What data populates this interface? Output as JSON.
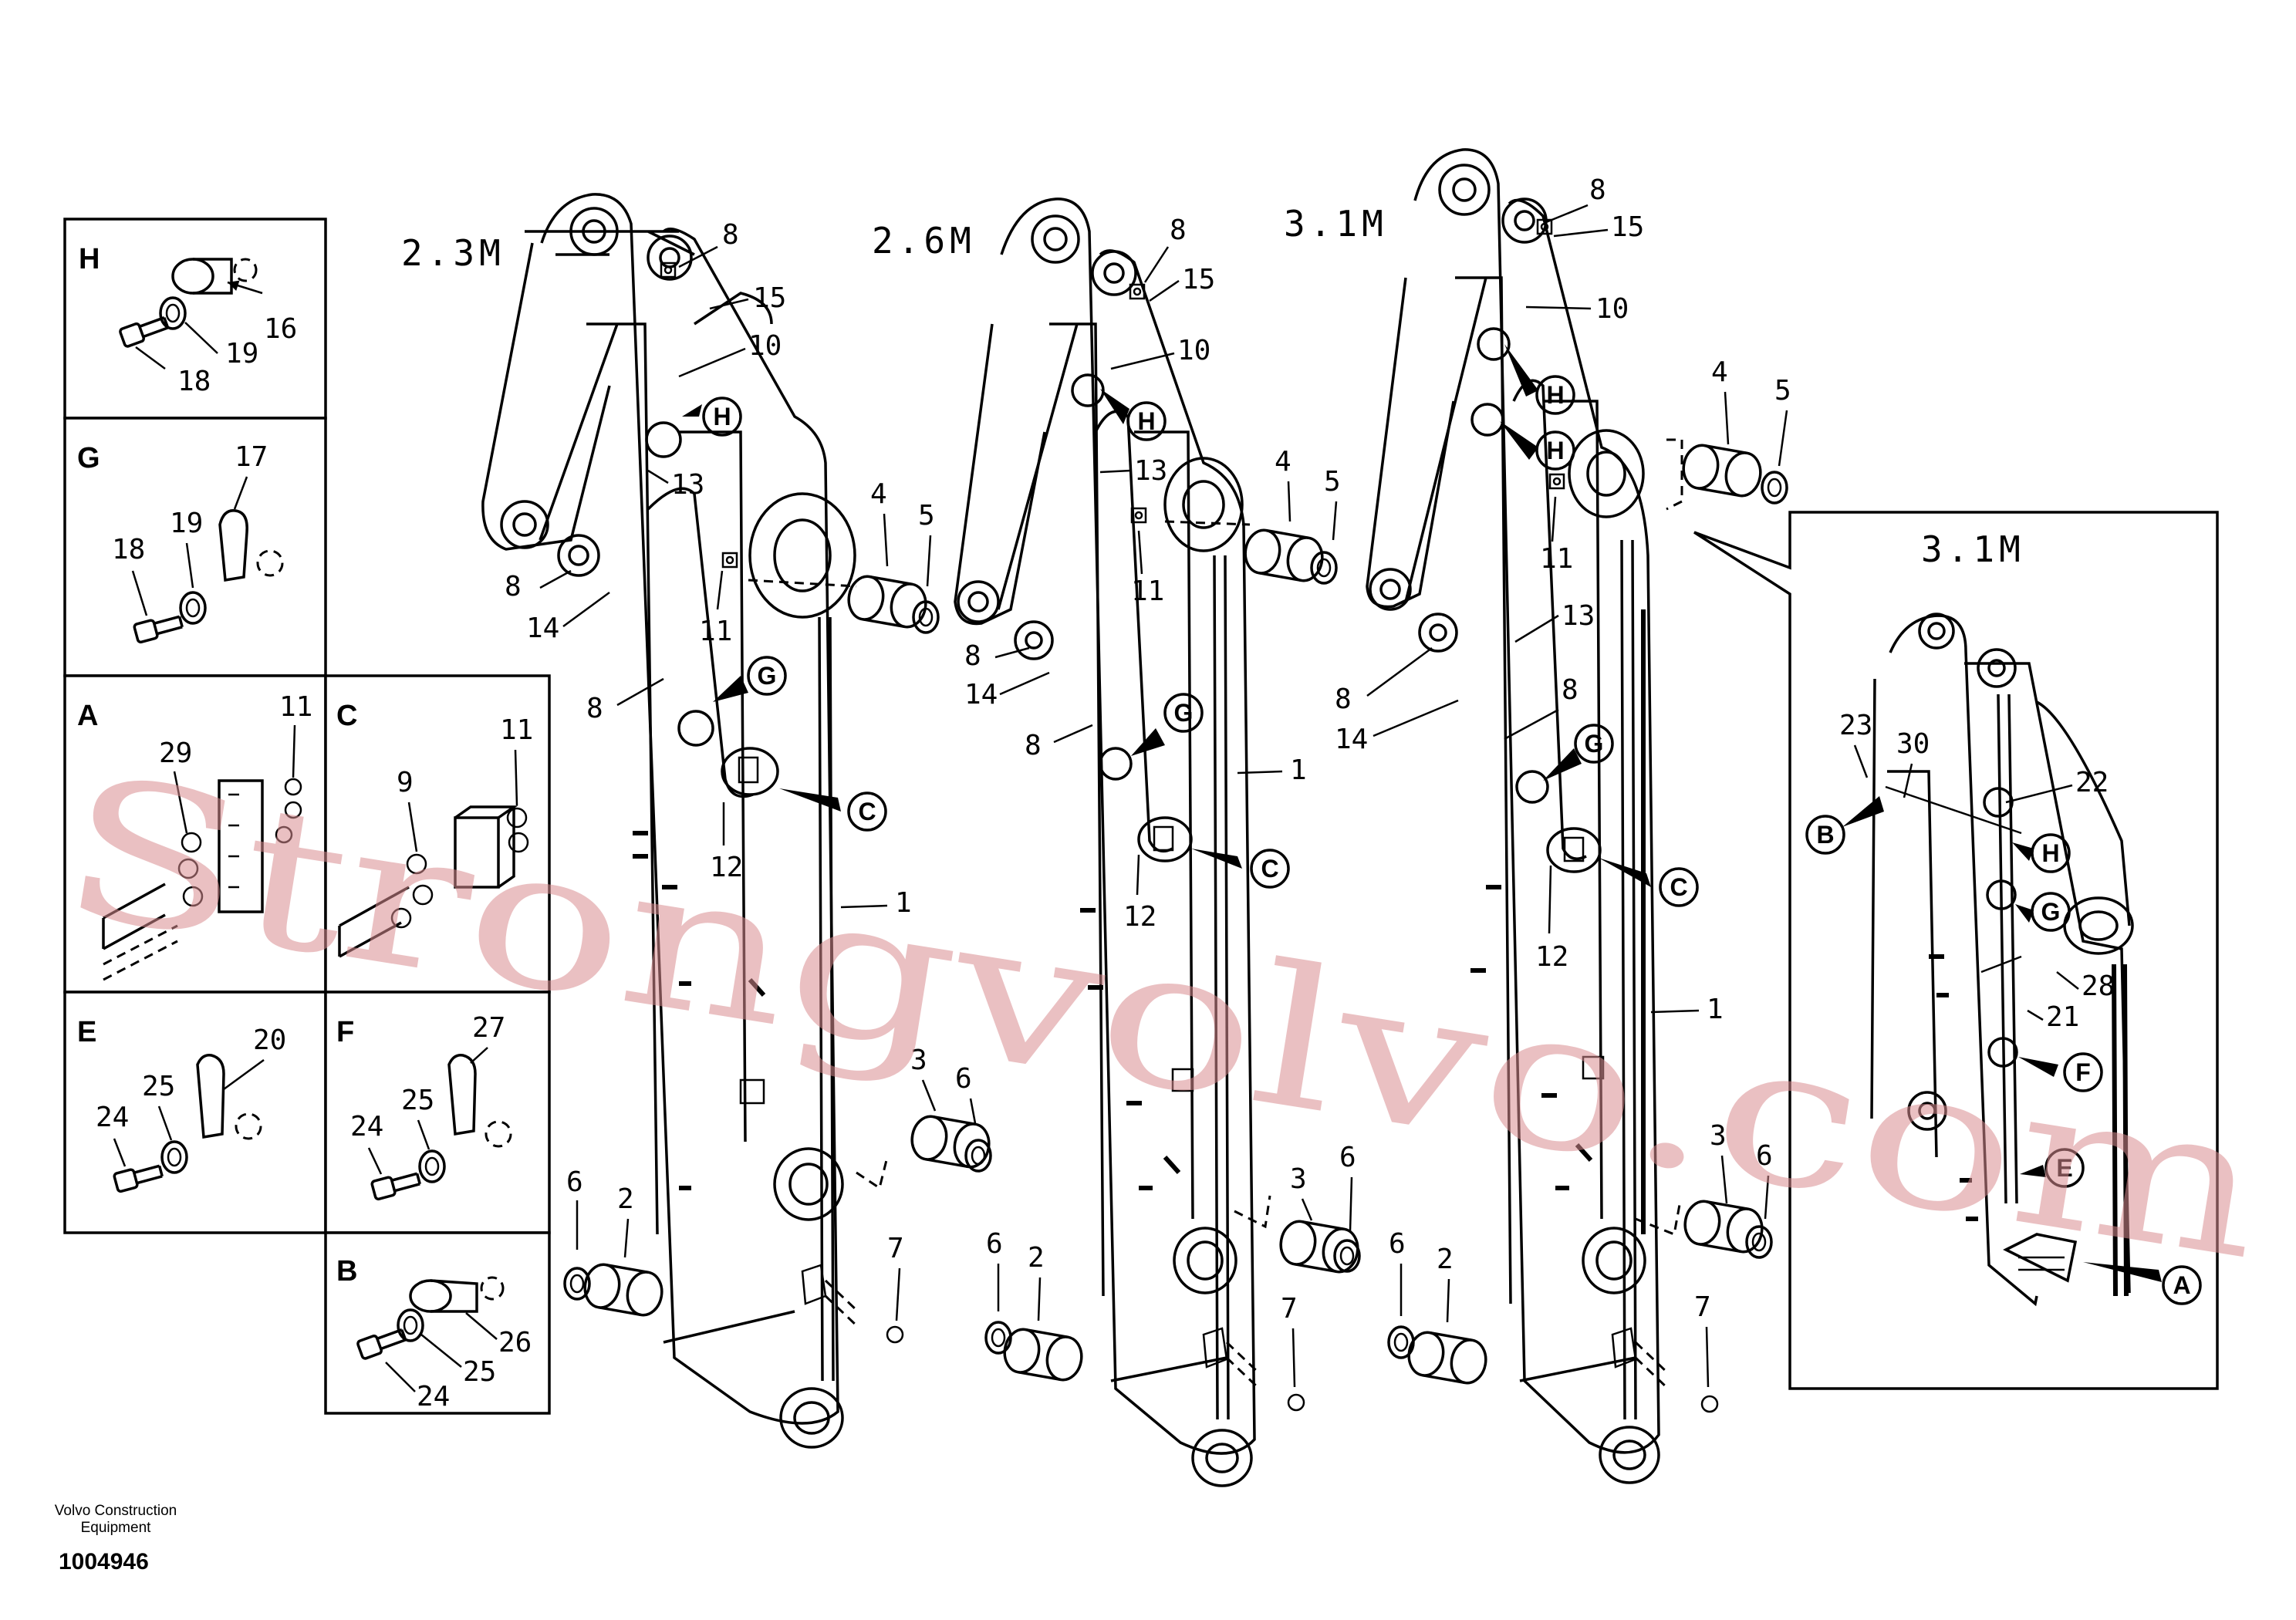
{
  "variants": {
    "v1": "2.3M",
    "v2": "2.6M",
    "v3": "3.1M",
    "detail": "3.1M"
  },
  "detail_boxes": {
    "H": "H",
    "G": "G",
    "A": "A",
    "C": "C",
    "E": "E",
    "F": "F",
    "B": "B"
  },
  "callouts": {
    "H": "H",
    "G": "G",
    "C": "C",
    "B": "B",
    "F": "F",
    "E": "E",
    "A": "A"
  },
  "parts": {
    "p1": "1",
    "p2": "2",
    "p3": "3",
    "p4": "4",
    "p5": "5",
    "p6": "6",
    "p7": "7",
    "p8": "8",
    "p9": "9",
    "p10": "10",
    "p11": "11",
    "p12": "12",
    "p13": "13",
    "p14": "14",
    "p15": "15",
    "p16": "16",
    "p17": "17",
    "p18": "18",
    "p19": "19",
    "p20": "20",
    "p21": "21",
    "p22": "22",
    "p23": "23",
    "p24": "24",
    "p25": "25",
    "p26": "26",
    "p27": "27",
    "p28": "28",
    "p29": "29",
    "p30": "30"
  },
  "watermark": "Strongvolvo.com",
  "footer": {
    "brand_line1": "Volvo Construction",
    "brand_line2": "Equipment",
    "doc_number": "1004946"
  }
}
